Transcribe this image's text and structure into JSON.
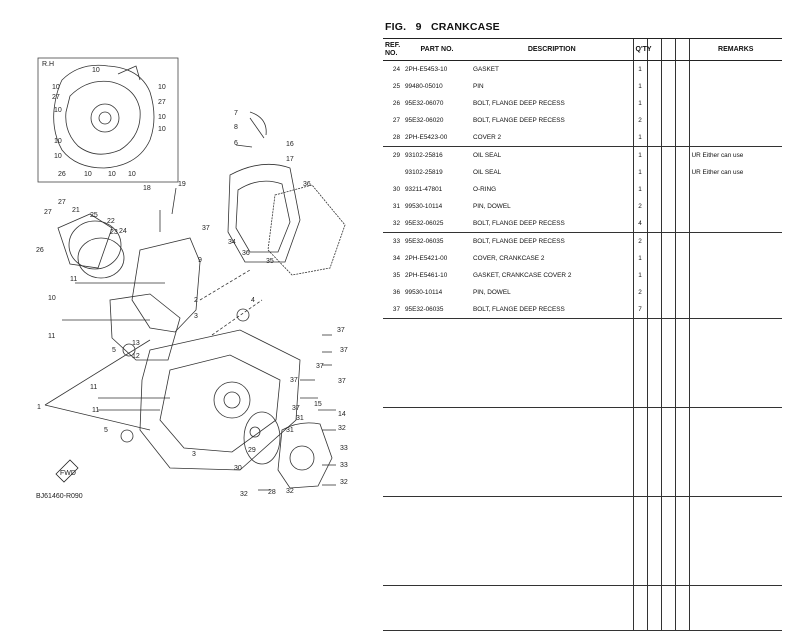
{
  "figure": {
    "label": "FIG.",
    "number": "9",
    "title": "CRANKCASE"
  },
  "diagram": {
    "inset_label": "R.H",
    "code": "BJ61460-R090",
    "front_label": "FWD",
    "callouts": [
      "1",
      "2",
      "3",
      "4",
      "5",
      "6",
      "7",
      "8",
      "9",
      "10",
      "11",
      "12",
      "13",
      "14",
      "15",
      "16",
      "17",
      "18",
      "19",
      "21",
      "22",
      "23",
      "24",
      "25",
      "26",
      "27",
      "28",
      "29",
      "30",
      "31",
      "32",
      "33",
      "34",
      "35",
      "36",
      "37"
    ]
  },
  "table": {
    "headers": {
      "ref": "REF. NO.",
      "part_no": "PART NO.",
      "description": "DESCRIPTION",
      "qty": "Q'TY",
      "remarks": "REMARKS"
    },
    "rows": [
      {
        "ref": "24",
        "part_no": "2PH-E5453-10",
        "description": "GASKET",
        "qty": "1",
        "remarks": ""
      },
      {
        "ref": "25",
        "part_no": "99480-05010",
        "description": "PIN",
        "qty": "1",
        "remarks": ""
      },
      {
        "ref": "26",
        "part_no": "95E32-06070",
        "description": "BOLT, FLANGE DEEP RECESS",
        "qty": "1",
        "remarks": ""
      },
      {
        "ref": "27",
        "part_no": "95E32-06020",
        "description": "BOLT, FLANGE DEEP RECESS",
        "qty": "2",
        "remarks": ""
      },
      {
        "ref": "28",
        "part_no": "2PH-E5423-00",
        "description": "COVER 2",
        "qty": "1",
        "remarks": ""
      },
      {
        "ref": "29",
        "part_no": "93102-25816",
        "description": "OIL SEAL",
        "qty": "1",
        "remarks": "UR Either can use"
      },
      {
        "ref": "",
        "part_no": "93102-25819",
        "description": "OIL SEAL",
        "qty": "1",
        "remarks": "UR Either can use"
      },
      {
        "ref": "30",
        "part_no": "93211-47801",
        "description": "O-RING",
        "qty": "1",
        "remarks": ""
      },
      {
        "ref": "31",
        "part_no": "99530-10114",
        "description": "PIN, DOWEL",
        "qty": "2",
        "remarks": ""
      },
      {
        "ref": "32",
        "part_no": "95E32-06025",
        "description": "BOLT, FLANGE DEEP RECESS",
        "qty": "4",
        "remarks": ""
      },
      {
        "ref": "33",
        "part_no": "95E32-06035",
        "description": "BOLT, FLANGE DEEP RECESS",
        "qty": "2",
        "remarks": ""
      },
      {
        "ref": "34",
        "part_no": "2PH-E5421-00",
        "description": "COVER, CRANKCASE 2",
        "qty": "1",
        "remarks": ""
      },
      {
        "ref": "35",
        "part_no": "2PH-E5461-10",
        "description": "GASKET, CRANKCASE COVER 2",
        "qty": "1",
        "remarks": ""
      },
      {
        "ref": "36",
        "part_no": "99530-10114",
        "description": "PIN, DOWEL",
        "qty": "2",
        "remarks": ""
      },
      {
        "ref": "37",
        "part_no": "95E32-06035",
        "description": "BOLT, FLANGE DEEP RECESS",
        "qty": "7",
        "remarks": ""
      }
    ]
  }
}
